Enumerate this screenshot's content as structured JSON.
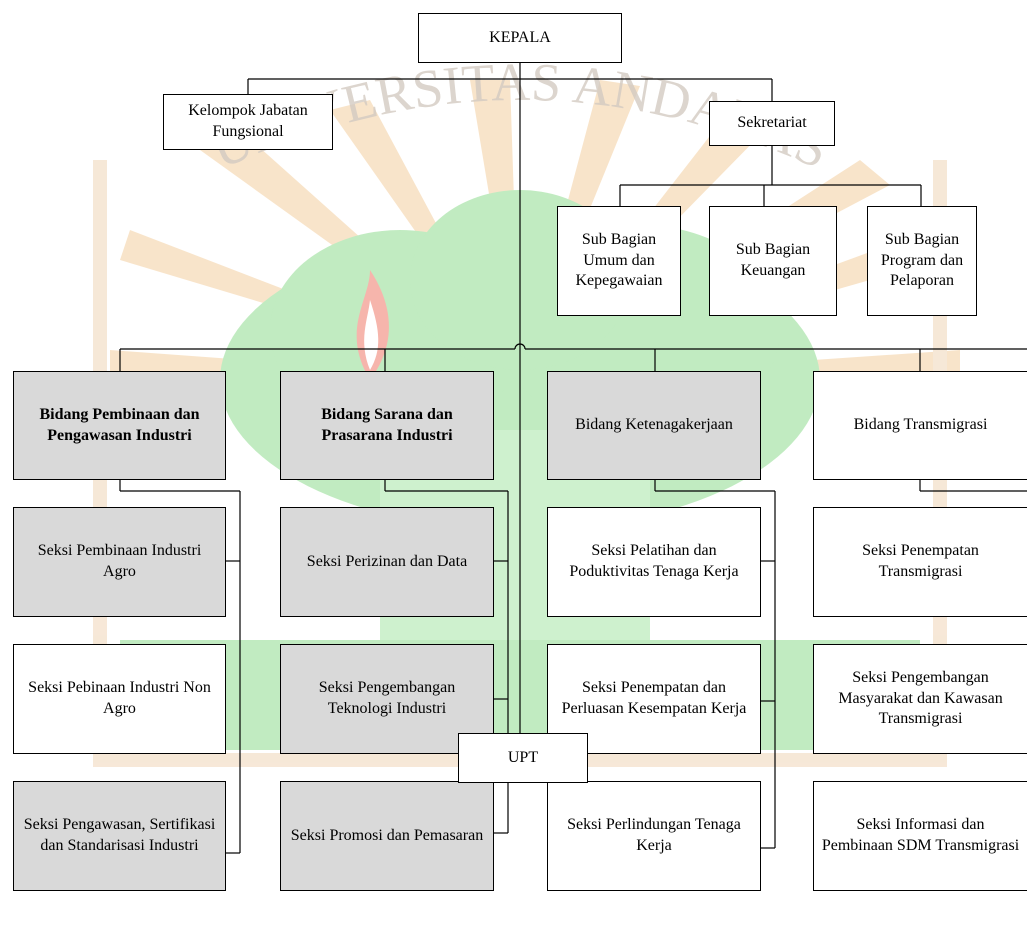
{
  "watermark": {
    "text": "UNIVERSITAS ANDALAS",
    "colors": {
      "ring": "#f2d3b0",
      "tree": "#7fd27f",
      "flame": "#e05a4a"
    }
  },
  "chart": {
    "kepala": "KEPALA",
    "kelompok": "Kelompok Jabatan Fungsional",
    "sekretariat": "Sekretariat",
    "subbag_umum": "Sub Bagian Umum dan Kepegawaian",
    "subbag_keuangan": "Sub Bagian Keuangan",
    "subbag_program": "Sub Bagian Program dan Pelaporan",
    "bidang_industri": "Bidang Pembinaan dan Pengawasan Industri",
    "bidang_sarana": "Bidang Sarana dan Prasarana Industri",
    "bidang_tenaga": "Bidang Ketenagakerjaan",
    "bidang_transmigrasi": "Bidang Transmigrasi",
    "seksi_agro": "Seksi Pembinaan Industri Agro",
    "seksi_nonagro": "Seksi Pebinaan Industri Non Agro",
    "seksi_pengawasan": "Seksi Pengawasan, Sertifikasi dan Standarisasi Industri",
    "seksi_perizinan": "Seksi Perizinan dan Data",
    "seksi_teknologi": "Seksi Pengembangan Teknologi Industri",
    "seksi_promosi": "Seksi Promosi dan Pemasaran",
    "seksi_pelatihan": "Seksi Pelatihan dan Poduktivitas Tenaga Kerja",
    "seksi_penempatan_kerja": "Seksi Penempatan dan Perluasan Kesempatan Kerja",
    "seksi_perlindungan": "Seksi Perlindungan Tenaga Kerja",
    "seksi_penempatan_trans": "Seksi Penempatan Transmigrasi",
    "seksi_pengembangan_trans": "Seksi Pengembangan Masyarakat dan Kawasan Transmigrasi",
    "seksi_informasi": "Seksi Informasi dan Pembinaan SDM Transmigrasi",
    "upt": "UPT"
  }
}
